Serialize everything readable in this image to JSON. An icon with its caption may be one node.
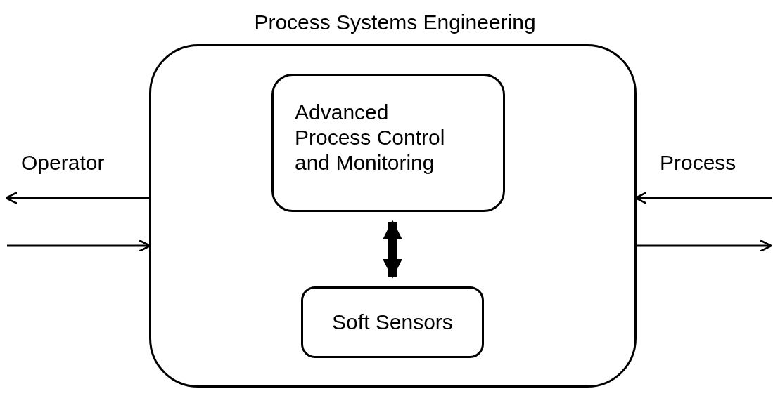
{
  "diagram": {
    "nodes": [
      {
        "text": [
          "Process Systems Engineering"
        ]
      },
      {
        "text": [
          "Advanced Process Control and Monitoring"
        ],
        "in": 0
      },
      {
        "text": [
          "Soft Sensors"
        ],
        "in": 0
      }
    ],
    "edges": [
      {
        "from": 1,
        "to": 2,
        "arrow": "both",
        "style": "thick"
      },
      {
        "from": 0,
        "to": null,
        "arrow": "to"
      },
      {
        "from": null,
        "to": 0,
        "arrow": "to"
      },
      {
        "from": null,
        "to": 0,
        "arrow": "to"
      },
      {
        "from": 0,
        "to": null,
        "arrow": "to"
      }
    ],
    "labels": [
      "Operator",
      "Process"
    ]
  }
}
